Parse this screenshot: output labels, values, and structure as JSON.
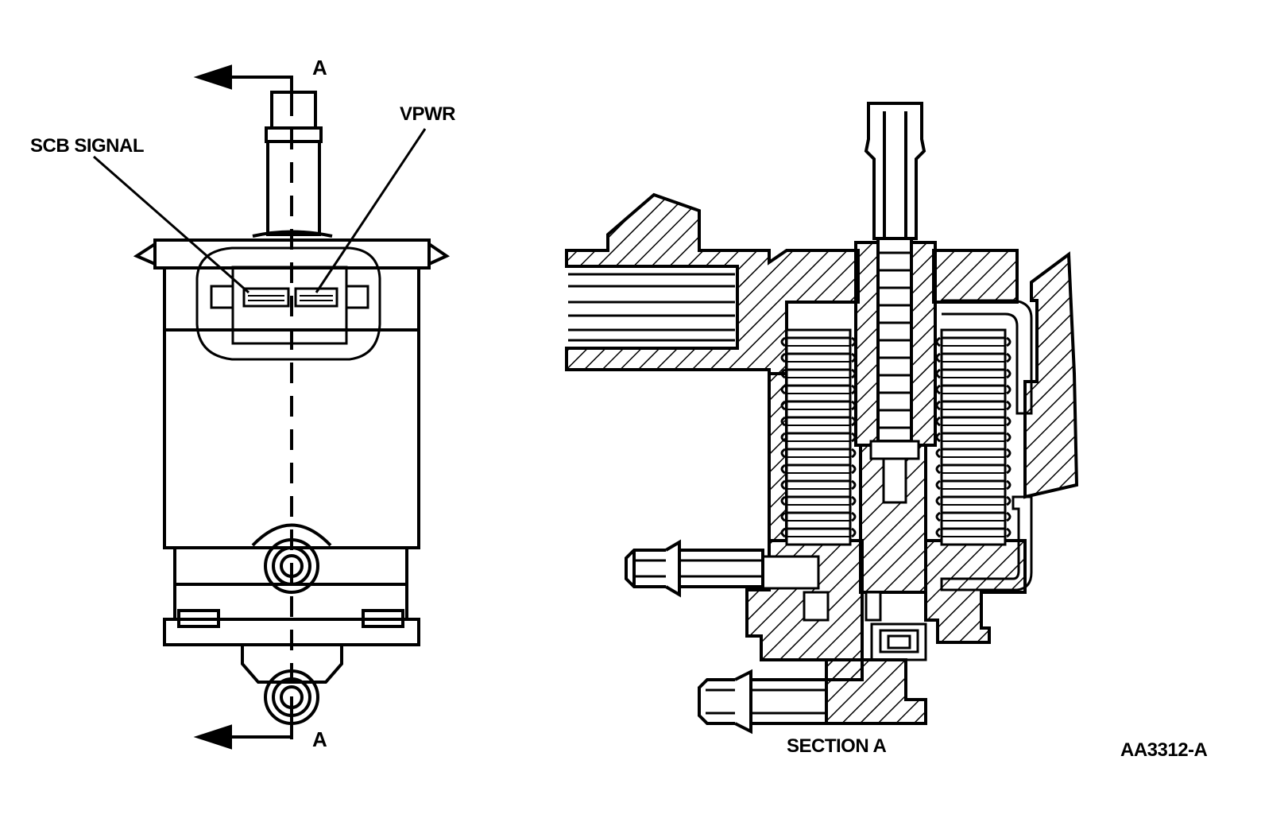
{
  "labels": {
    "section_marker_top": "A",
    "section_marker_bottom": "A",
    "scb_signal": "SCB SIGNAL",
    "vpwr": "VPWR",
    "section_title": "SECTION A",
    "figure_code": "AA3312-A"
  },
  "colors": {
    "line": "#000000",
    "background": "#ffffff"
  }
}
